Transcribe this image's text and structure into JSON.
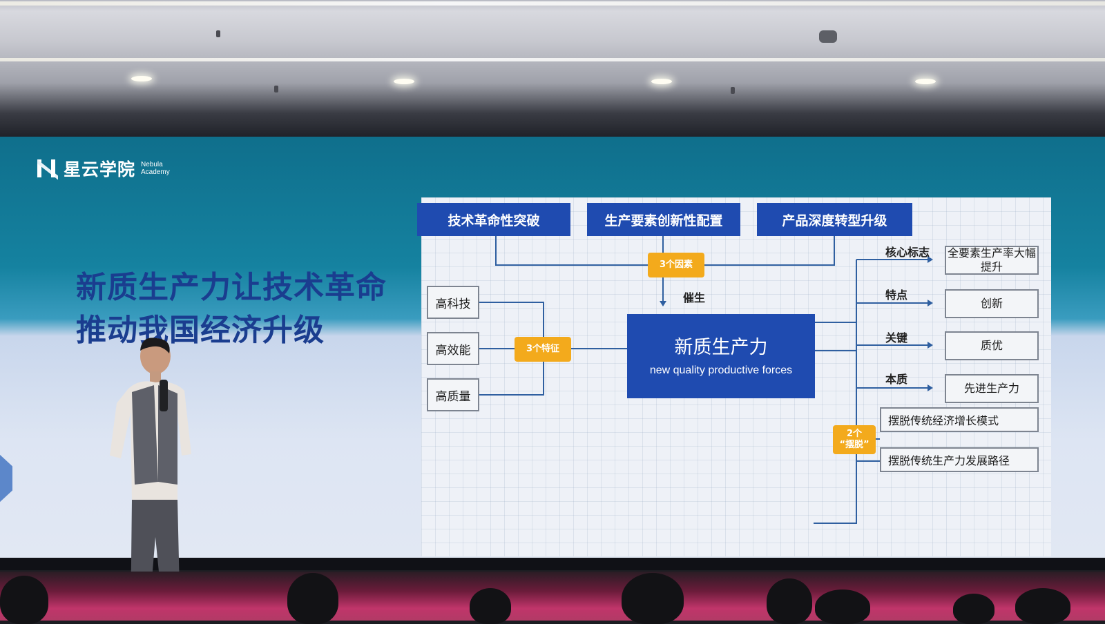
{
  "logo": {
    "name": "星云学院",
    "en_line1": "Nebula",
    "en_line2": "Academy"
  },
  "headline": {
    "line1": "新质生产力让技术革命",
    "line2": "推动我国经济升级"
  },
  "diagram": {
    "top_factors": [
      "技术革命性突破",
      "生产要素创新性配置",
      "产品深度转型升级"
    ],
    "factors_badge": "3个因素",
    "arrow_label": "催生",
    "core_zh": "新质生产力",
    "core_en": "new quality productive forces",
    "features_badge": "3个特征",
    "features": [
      "高科技",
      "高效能",
      "高质量"
    ],
    "right_items": [
      {
        "label": "核心标志",
        "value": "全要素生产率大幅提升"
      },
      {
        "label": "特点",
        "value": "创新"
      },
      {
        "label": "关键",
        "value": "质优"
      },
      {
        "label": "本质",
        "value": "先进生产力"
      }
    ],
    "escapes_badge_line1": "2个",
    "escapes_badge_line2": "“摆脱”",
    "escapes": [
      "摆脱传统经济增长模式",
      "摆脱传统生产力发展路径"
    ]
  },
  "colors": {
    "slide_blue": "#1f4bb0",
    "badge_orange": "#f3aa1c",
    "headline_blue": "#1a3d8f"
  }
}
